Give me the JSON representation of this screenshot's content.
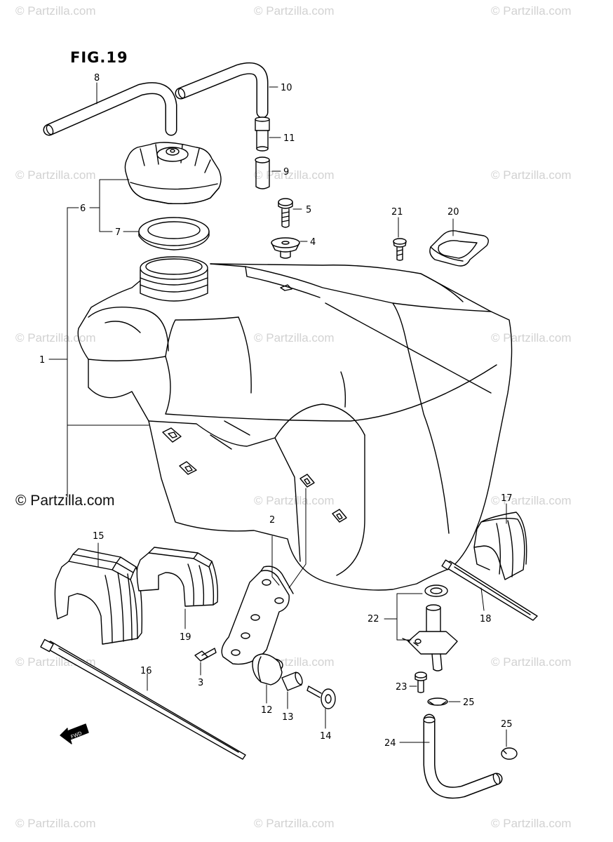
{
  "figure": {
    "title": "FIG.19"
  },
  "watermark": {
    "text": "© Partzilla.com",
    "featured_text": "© Partzilla.com"
  },
  "parts": [
    {
      "ref": "1",
      "label": "1"
    },
    {
      "ref": "2",
      "label": "2"
    },
    {
      "ref": "3",
      "label": "3"
    },
    {
      "ref": "4",
      "label": "4"
    },
    {
      "ref": "5",
      "label": "5"
    },
    {
      "ref": "6",
      "label": "6"
    },
    {
      "ref": "7",
      "label": "7"
    },
    {
      "ref": "8",
      "label": "8"
    },
    {
      "ref": "9",
      "label": "9"
    },
    {
      "ref": "10",
      "label": "10"
    },
    {
      "ref": "11",
      "label": "11"
    },
    {
      "ref": "12",
      "label": "12"
    },
    {
      "ref": "13",
      "label": "13"
    },
    {
      "ref": "14",
      "label": "14"
    },
    {
      "ref": "15",
      "label": "15"
    },
    {
      "ref": "16",
      "label": "16"
    },
    {
      "ref": "17",
      "label": "17"
    },
    {
      "ref": "18",
      "label": "18"
    },
    {
      "ref": "19",
      "label": "19"
    },
    {
      "ref": "20",
      "label": "20"
    },
    {
      "ref": "21",
      "label": "21"
    },
    {
      "ref": "22",
      "label": "22"
    },
    {
      "ref": "23",
      "label": "23"
    },
    {
      "ref": "24",
      "label": "24"
    },
    {
      "ref": "25a",
      "label": "25"
    },
    {
      "ref": "25b",
      "label": "25"
    }
  ],
  "fwd_marker": {
    "label": "FWD"
  },
  "colors": {
    "line": "#000000",
    "watermark": "#d2d2d2",
    "background": "#ffffff"
  }
}
